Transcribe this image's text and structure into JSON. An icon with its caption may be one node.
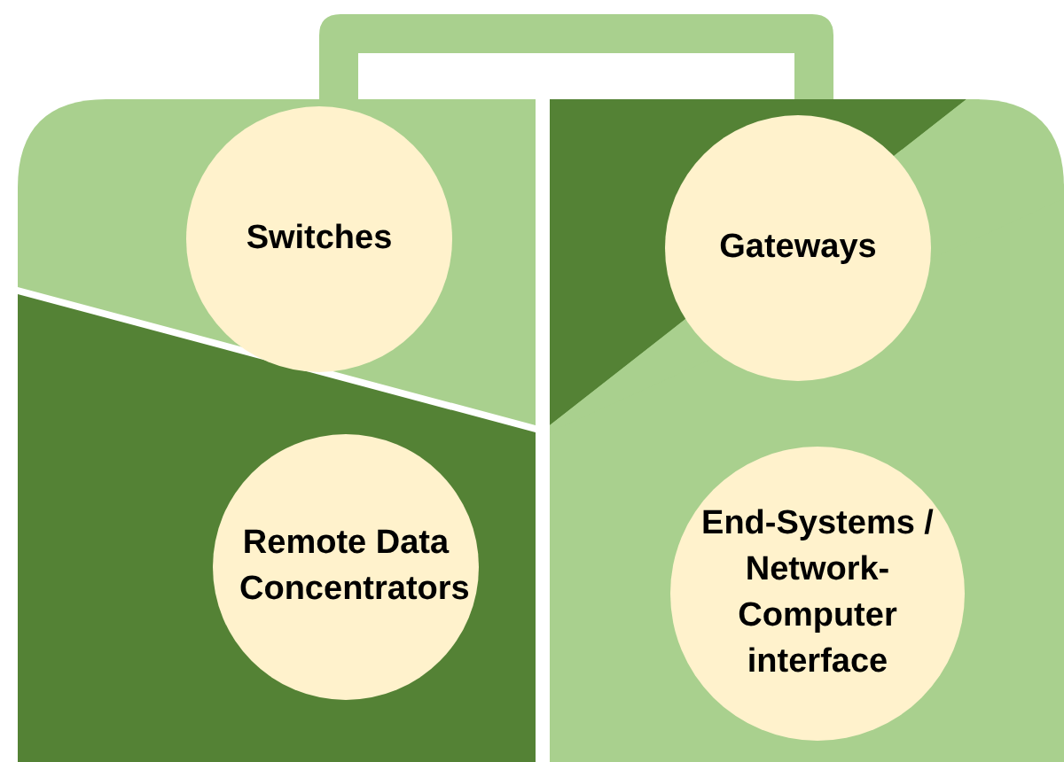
{
  "diagram": {
    "nodes": [
      {
        "text": [
          "Switches"
        ]
      },
      {
        "text": [
          "Gateways"
        ]
      },
      {
        "text": [
          "Remote Data Concentrators"
        ]
      },
      {
        "text": [
          "End-Systems / Network-Computer interface"
        ]
      }
    ]
  }
}
